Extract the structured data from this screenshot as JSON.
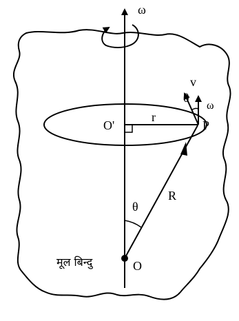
{
  "diagram": {
    "labels": {
      "omega_axis": "ω",
      "omega_point": "ω",
      "v": "v",
      "theta_point": "θ",
      "theta_origin": "θ",
      "O_prime": "O'",
      "r": "r",
      "P": "P",
      "R": "R",
      "O": "O",
      "origin_text": "मूल बिन्दु"
    },
    "colors": {
      "ink": "#000000",
      "background": "#ffffff"
    }
  }
}
